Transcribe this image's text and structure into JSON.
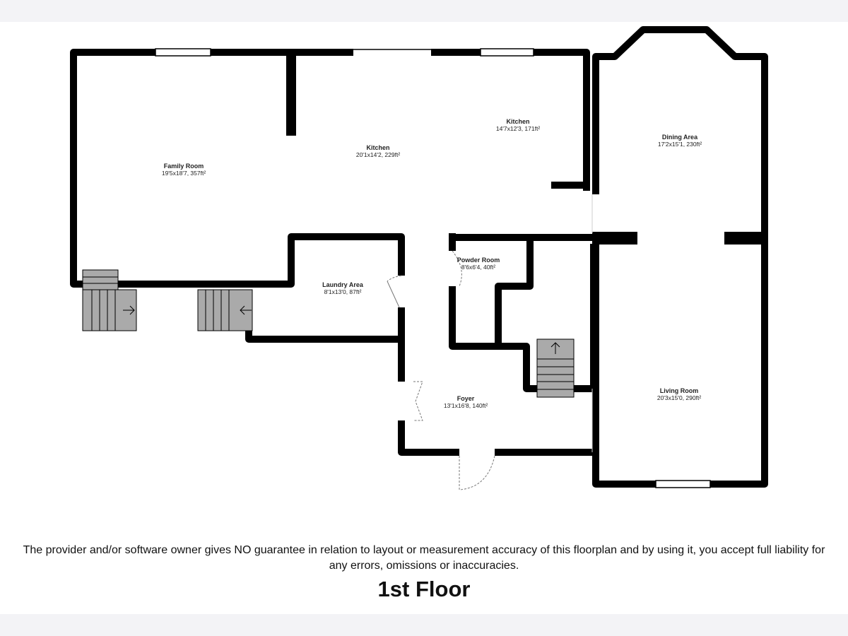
{
  "rooms": [
    {
      "name": "Family Room",
      "dims": "19'5x18'7, 357ft²"
    },
    {
      "name": "Kitchen",
      "dims": "20'1x14'2, 229ft²"
    },
    {
      "name": "Kitchen",
      "dims": "14'7x12'3, 171ft²"
    },
    {
      "name": "Dining Area",
      "dims": "17'2x15'1, 230ft²"
    },
    {
      "name": "Laundry Area",
      "dims": "8'1x13'0, 87ft²"
    },
    {
      "name": "Powder Room",
      "dims": "8'6x6'4, 40ft²"
    },
    {
      "name": "Foyer",
      "dims": "13'1x16'8, 140ft²"
    },
    {
      "name": "Living Room",
      "dims": "20'3x15'0, 290ft²"
    }
  ],
  "disclaimer": "The provider and/or software owner gives NO guarantee in relation to layout or measurement accuracy of this floorplan and by using it, you accept full liability for any errors, omissions or inaccuracies.",
  "floor_title": "1st Floor",
  "colors": {
    "wall": "#000000",
    "stairs": "#aaaaaa",
    "band": "#f3f3f6"
  }
}
